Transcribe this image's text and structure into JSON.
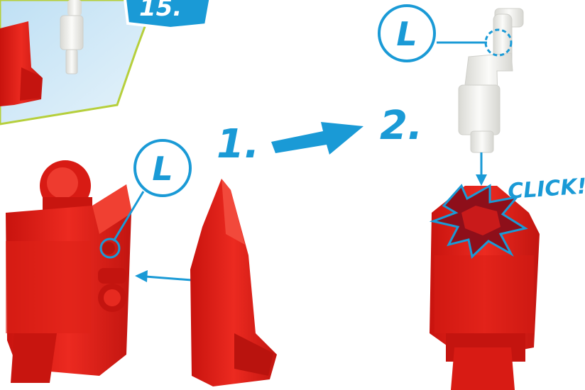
{
  "inset_badge": {
    "text": "15."
  },
  "callouts": [
    {
      "letter": "L"
    },
    {
      "letter": "L"
    }
  ],
  "steps": [
    {
      "label": "1."
    },
    {
      "label": "2."
    }
  ],
  "click_text": "CLICK!",
  "colors": {
    "inset_background": "#cfe7f6",
    "inset_border": "#b6cf3c",
    "accent_blue": "#1a9ad6",
    "brick_red": "#e4231c",
    "brick_red_dark": "#b0140f",
    "brick_white": "#eeeeea",
    "burst_dark_red": "#8e0f1a"
  }
}
